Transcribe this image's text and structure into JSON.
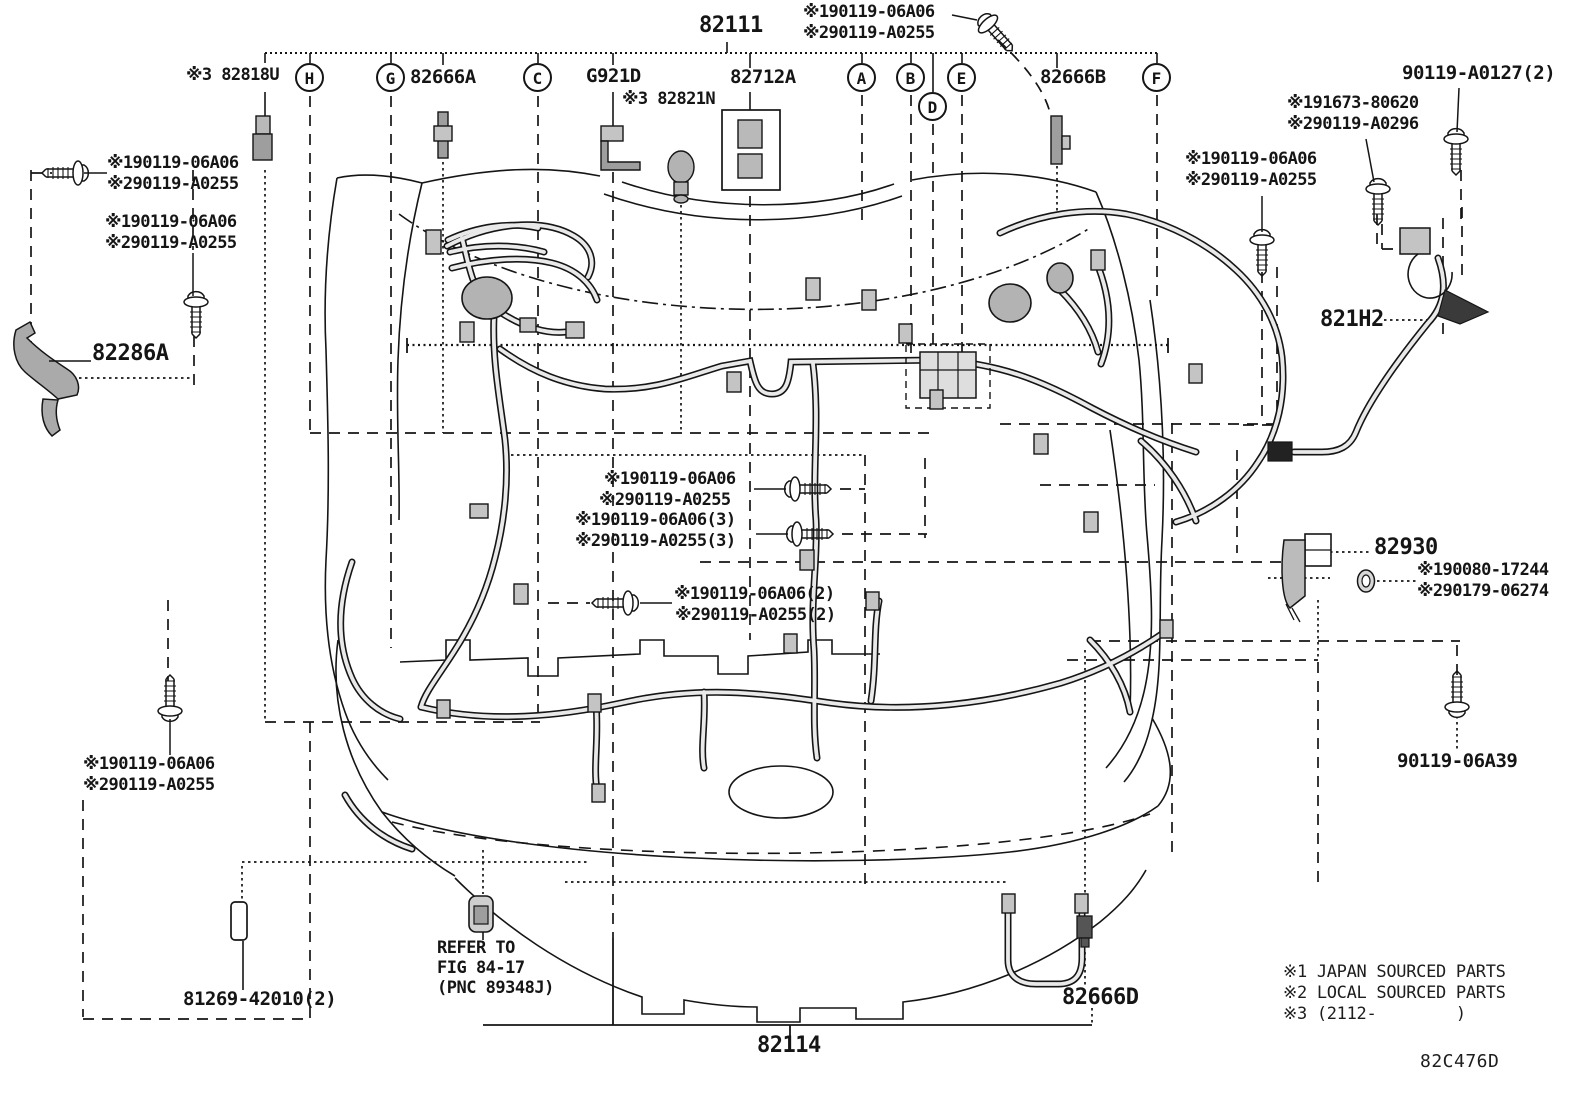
{
  "diagram": {
    "id_code": "82C476D",
    "main_part": "82111",
    "bottom_part": "82114"
  },
  "parts": {
    "p82818u": "※3 82818U",
    "p82666a": "82666A",
    "pg921d": "G921D",
    "p82821n": "※3 82821N",
    "p82712a": "82712A",
    "p82666b": "82666B",
    "p90119_a0127": "90119-A0127(2)",
    "p821h2": "821H2",
    "p82286a": "82286A",
    "p82930": "82930",
    "p81269": "81269-42010(2)",
    "p82666d": "82666D",
    "p90119_06a39": "90119-06A39"
  },
  "fasteners": {
    "top1": "※190119-06A06",
    "top2": "※290119-A0255",
    "right_a1": "※191673-80620",
    "right_a2": "※290119-A0296",
    "right_b1": "※190119-06A06",
    "right_b2": "※290119-A0255",
    "left_a1": "※190119-06A06",
    "left_a2": "※290119-A0255",
    "left_b1": "※190119-06A06",
    "left_b2": "※290119-A0255",
    "mid_a1": "※190119-06A06",
    "mid_a2": "※290119-A0255",
    "mid_b1": "※190119-06A06(3)",
    "mid_b2": "※290119-A0255(3)",
    "mid_c1": "※190119-06A06(2)",
    "mid_c2": "※290119-A0255(2)",
    "low_left1": "※190119-06A06",
    "low_left2": "※290119-A0255",
    "grommet1": "※190080-17244",
    "grommet2": "※290179-06274"
  },
  "callouts": {
    "a": "A",
    "b": "B",
    "c": "C",
    "d": "D",
    "e": "E",
    "f": "F",
    "g": "G",
    "h": "H"
  },
  "notes": {
    "refer1": "REFER TO",
    "refer2": "FIG 84-17",
    "refer3": "(PNC 89348J)",
    "legend1": "※1 JAPAN SOURCED PARTS",
    "legend2": "※2 LOCAL SOURCED PARTS",
    "legend3": "※3 (2112-        )"
  }
}
